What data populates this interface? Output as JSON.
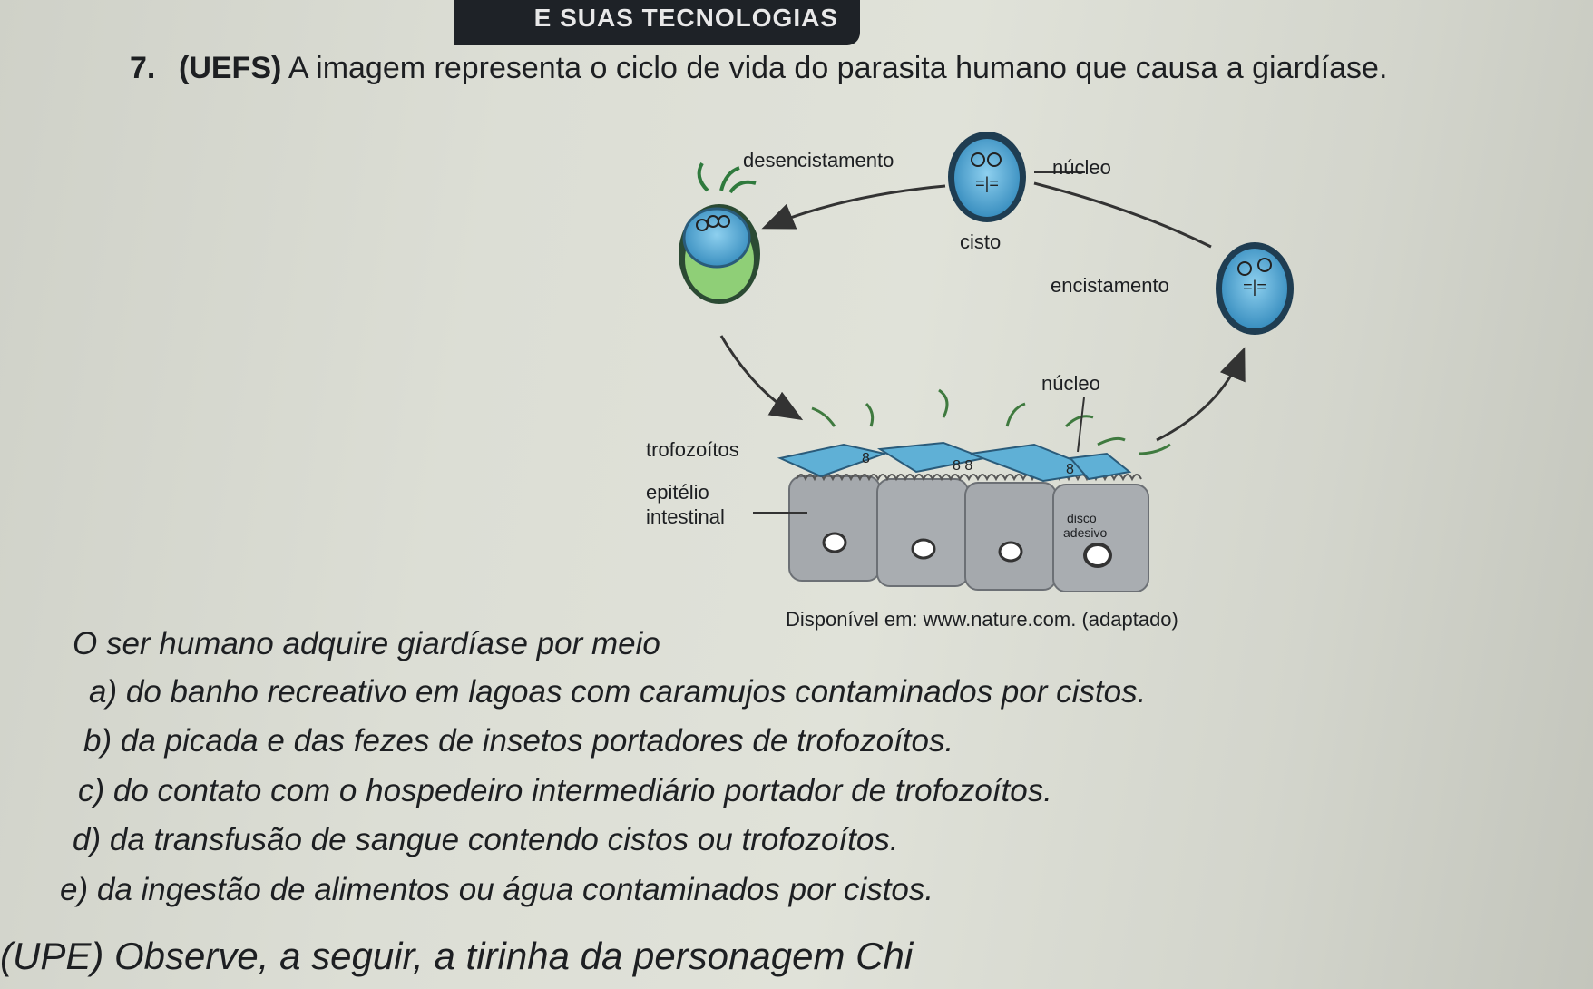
{
  "header": {
    "banner": "E SUAS TECNOLOGIAS"
  },
  "question": {
    "number": "7.",
    "source": "(UEFS)",
    "stem": " A imagem representa o ciclo de vida do parasita humano que causa a giardíase."
  },
  "diagram_labels": {
    "desencistamento": "desencistamento",
    "nucleo_top": "núcleo",
    "cisto": "cisto",
    "encistamento": "encistamento",
    "nucleo_bottom": "núcleo",
    "trofozoitos": "trofozoítos",
    "epitelio_1": "epitélio",
    "epitelio_2": "intestinal",
    "disco_1": "disco",
    "disco_2": "adesivo"
  },
  "source_note": "Disponível em: www.nature.com. (adaptado)",
  "prompt": "O ser humano adquire giardíase por meio",
  "options": [
    {
      "label": "a)",
      "text": "do banho recreativo em lagoas com caramujos contaminados por cistos."
    },
    {
      "label": "b)",
      "text": "da picada e das fezes de insetos portadores de trofozoítos."
    },
    {
      "label": "c)",
      "text": "do contato com o hospedeiro intermediário portador de trofozoítos."
    },
    {
      "label": "d)",
      "text": "da transfusão de sangue contendo cistos ou trofozoítos."
    },
    {
      "label": "e)",
      "text": "da ingestão de alimentos ou água contaminados por cistos."
    }
  ],
  "next_question": "(UPE) Observe, a seguir, a tirinha da personagem Chi",
  "colors": {
    "cyst_blue": "#4fa9d6",
    "cyst_dark": "#2a5b7a",
    "troph_blue": "#5fb0d6",
    "green": "#7fbf6a",
    "cell_gray": "#a5a9ad"
  }
}
